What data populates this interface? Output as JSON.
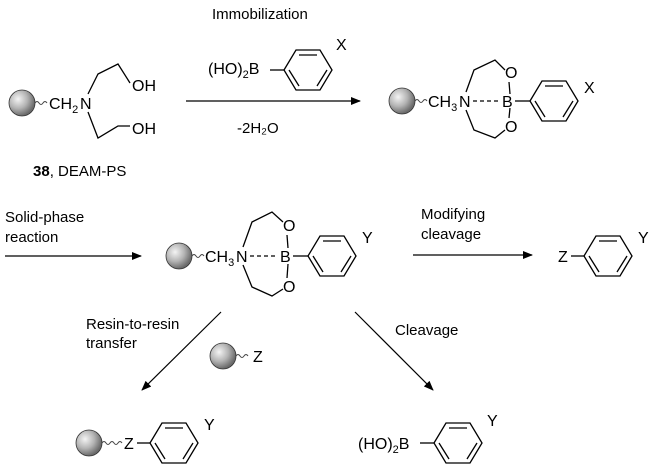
{
  "steps": {
    "immobilization": "Immobilization",
    "water_loss": "-2H₂O",
    "solid_phase": [
      "Solid-phase",
      "reaction"
    ],
    "modifying_cleavage": [
      "Modifying",
      "cleavage"
    ],
    "resin_transfer": [
      "Resin-to-resin",
      "transfer"
    ],
    "cleavage": "Cleavage"
  },
  "compounds": {
    "deam_number": "38",
    "deam_name": ", DEAM-PS"
  },
  "atoms": {
    "X": "X",
    "Y": "Y",
    "Z": "Z",
    "O": "O",
    "B": "B",
    "N": "N",
    "OH": "OH",
    "CH2": "CH",
    "CH3": "CH",
    "sub2": "2",
    "sub3": "3",
    "HO": "(HO)"
  },
  "icons": {
    "resin_bead": "sphere-resin-bead-icon"
  }
}
